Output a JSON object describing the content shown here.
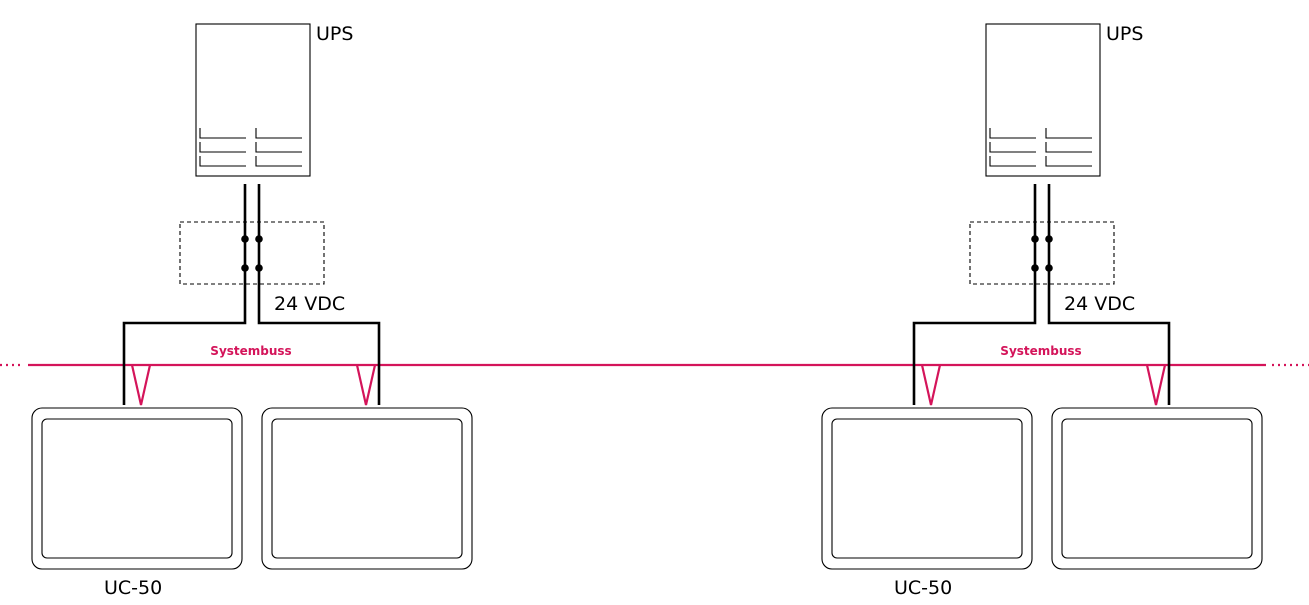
{
  "title": "",
  "labels": {
    "ups": "UPS",
    "voltage": "24 VDC",
    "bus": "Systembuss",
    "unit": "UC-50"
  },
  "groups": [
    {
      "ups_label": "UPS",
      "voltage_label": "24 VDC",
      "bus_label": "Systembuss",
      "unit_label": "UC-50",
      "panel_count": 2
    },
    {
      "ups_label": "UPS",
      "voltage_label": "24 VDC",
      "bus_label": "Systembuss",
      "unit_label": "UC-50",
      "panel_count": 2
    }
  ],
  "colors": {
    "bus": "#d4145a",
    "line": "#000000",
    "background": "#ffffff"
  }
}
